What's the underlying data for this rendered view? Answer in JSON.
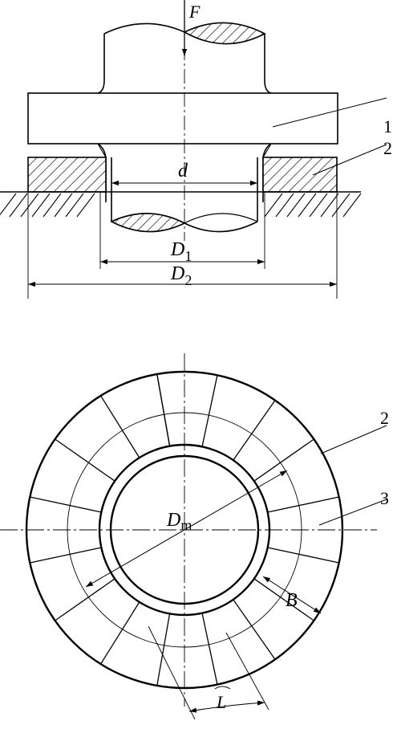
{
  "colors": {
    "line": "#000000",
    "background": "#ffffff"
  },
  "top_view": {
    "force_label": "F",
    "part_labels": [
      "1",
      "2"
    ],
    "dim_labels": {
      "d": "d",
      "D1_main": "D",
      "D1_sub": "1",
      "D2_main": "D",
      "D2_sub": "2"
    }
  },
  "bottom_view": {
    "part_labels": [
      "2",
      "3"
    ],
    "dim_labels": {
      "Dm_main": "D",
      "Dm_sub": "m",
      "B": "B",
      "L": "L"
    }
  }
}
